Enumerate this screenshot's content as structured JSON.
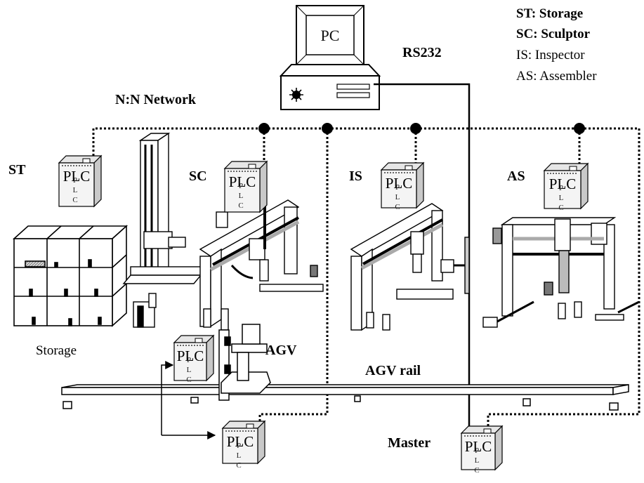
{
  "legend": {
    "st": "ST: Storage",
    "sc": "SC: Sculptor",
    "is": "IS: Inspector",
    "as": "AS: Assembler"
  },
  "labels": {
    "pc": "PC",
    "rs232": "RS232",
    "network": "N:N Network",
    "st": "ST",
    "sc": "SC",
    "is": "IS",
    "as": "AS",
    "storage": "Storage",
    "agv": "AGV",
    "agv_rail": "AGV rail",
    "master": "Master"
  },
  "plc": {
    "big": "PLC",
    "p": "P",
    "l": "L",
    "c": "C"
  }
}
